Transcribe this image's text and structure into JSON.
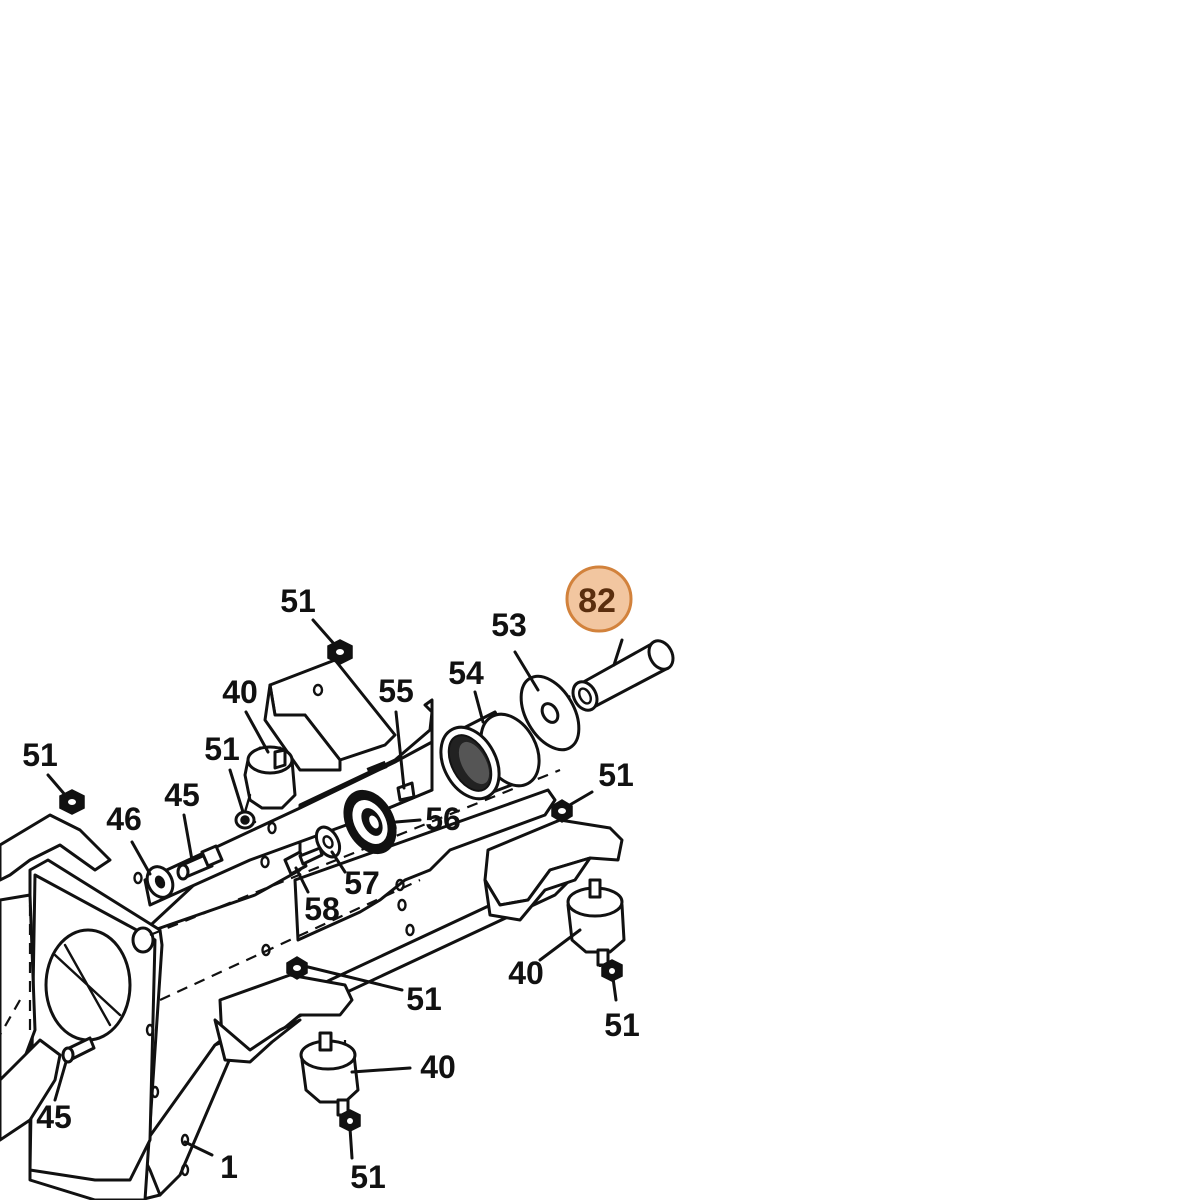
{
  "highlight": {
    "label": "82",
    "fill": "#f2c6a0",
    "stroke": "#d2823c",
    "text_color": "#5a2e0e"
  },
  "callouts": [
    {
      "id": "c51a",
      "text": "51"
    },
    {
      "id": "c51b",
      "text": "51"
    },
    {
      "id": "c51c",
      "text": "51"
    },
    {
      "id": "c51d",
      "text": "51"
    },
    {
      "id": "c51e",
      "text": "51"
    },
    {
      "id": "c51f",
      "text": "51"
    },
    {
      "id": "c51g",
      "text": "51"
    },
    {
      "id": "c53",
      "text": "53"
    },
    {
      "id": "c54",
      "text": "54"
    },
    {
      "id": "c55",
      "text": "55"
    },
    {
      "id": "c56",
      "text": "56"
    },
    {
      "id": "c57",
      "text": "57"
    },
    {
      "id": "c58",
      "text": "58"
    },
    {
      "id": "c40a",
      "text": "40"
    },
    {
      "id": "c40b",
      "text": "40"
    },
    {
      "id": "c40c",
      "text": "40"
    },
    {
      "id": "c45a",
      "text": "45"
    },
    {
      "id": "c45b",
      "text": "45"
    },
    {
      "id": "c46",
      "text": "46"
    },
    {
      "id": "c1",
      "text": "1"
    }
  ]
}
